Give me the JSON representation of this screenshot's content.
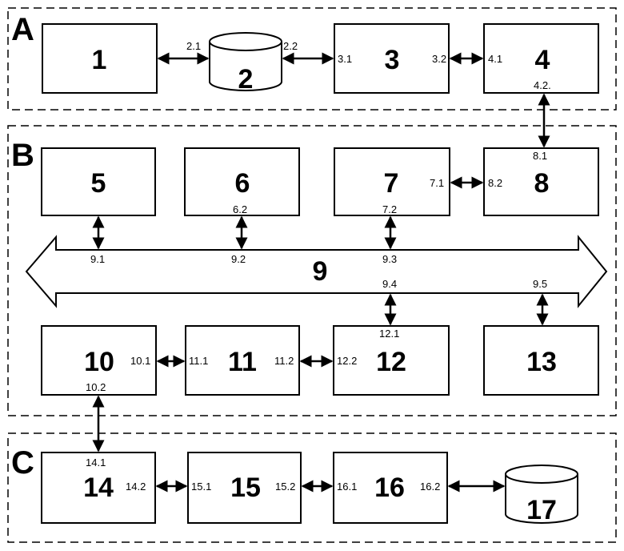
{
  "groups": {
    "A": "A",
    "B": "B",
    "C": "C"
  },
  "blocks": {
    "b1": "1",
    "b2": "2",
    "b3": "3",
    "b4": "4",
    "b5": "5",
    "b6": "6",
    "b7": "7",
    "b8": "8",
    "b9": "9",
    "b10": "10",
    "b11": "11",
    "b12": "12",
    "b13": "13",
    "b14": "14",
    "b15": "15",
    "b16": "16",
    "b17": "17"
  },
  "ports": {
    "p2_1": "2.1",
    "p2_2": "2.2",
    "p3_1": "3.1",
    "p3_2": "3.2",
    "p4_1": "4.1",
    "p4_2": "4.2.",
    "p8_1": "8.1",
    "p7_1": "7.1",
    "p8_2": "8.2",
    "p6_2": "6.2",
    "p7_2": "7.2",
    "p9_1": "9.1",
    "p9_2": "9.2",
    "p9_3": "9.3",
    "p9_4": "9.4",
    "p9_5": "9.5",
    "p12_1": "12.1",
    "p10_1": "10.1",
    "p11_1": "11.1",
    "p11_2": "11.2",
    "p12_2": "12.2",
    "p10_2": "10.2",
    "p14_1": "14.1",
    "p14_2": "14.2",
    "p15_1": "15.1",
    "p15_2": "15.2",
    "p16_1": "16.1",
    "p16_2": "16.2"
  }
}
